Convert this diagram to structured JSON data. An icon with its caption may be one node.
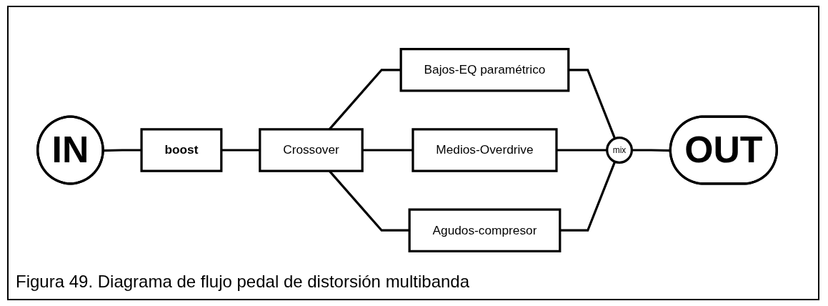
{
  "diagram": {
    "caption": "Figura 49. Diagrama de flujo pedal de distorsión multibanda",
    "nodes": [
      {
        "text": [
          "IN"
        ]
      },
      {
        "text": [
          "boost"
        ]
      },
      {
        "text": [
          "Crossover"
        ]
      },
      {
        "text": [
          "Bajos-EQ paramétrico"
        ]
      },
      {
        "text": [
          "Medios-Overdrive"
        ]
      },
      {
        "text": [
          "Agudos-compresor"
        ]
      },
      {
        "text": [
          "mix"
        ]
      },
      {
        "text": [
          "OUT"
        ]
      }
    ],
    "edges": [
      {
        "from": 0,
        "to": 1,
        "arrow": "none"
      },
      {
        "from": 1,
        "to": 2,
        "arrow": "none"
      },
      {
        "from": 2,
        "to": 3,
        "arrow": "none"
      },
      {
        "from": 2,
        "to": 4,
        "arrow": "none"
      },
      {
        "from": 2,
        "to": 5,
        "arrow": "none"
      },
      {
        "from": 3,
        "to": 6,
        "arrow": "none"
      },
      {
        "from": 4,
        "to": 6,
        "arrow": "none"
      },
      {
        "from": 5,
        "to": 6,
        "arrow": "none"
      },
      {
        "from": 6,
        "to": 7,
        "arrow": "none"
      }
    ]
  }
}
